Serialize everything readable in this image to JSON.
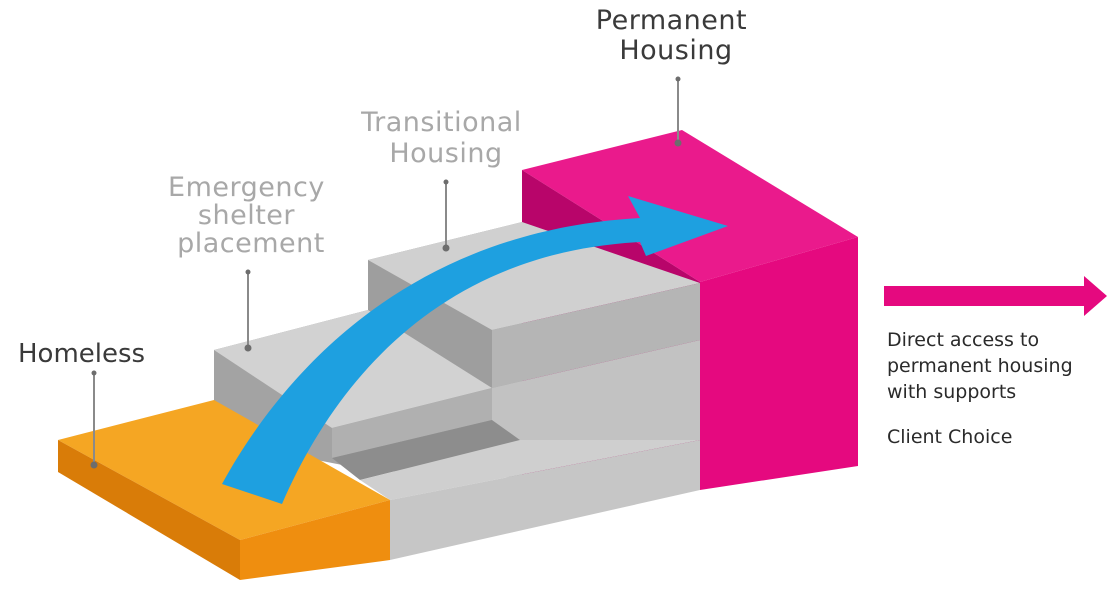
{
  "steps": [
    {
      "id": "homeless",
      "label_lines": [
        "Homeless"
      ],
      "color": "#f39a1c"
    },
    {
      "id": "emergency",
      "label_lines": [
        "Emergency",
        "shelter",
        "placement"
      ],
      "color": "#c8c8c8"
    },
    {
      "id": "transitional",
      "label_lines": [
        "Transitional",
        "Housing"
      ],
      "color": "#c8c8c8"
    },
    {
      "id": "permanent",
      "label_lines": [
        "Permanent",
        "Housing"
      ],
      "color": "#e5097f"
    }
  ],
  "arrow_color": "#1ea0e0",
  "side_panel": {
    "arrow_color": "#e5097f",
    "description_lines": [
      "Direct access to",
      "permanent housing",
      "with supports"
    ],
    "client_choice": "Client Choice"
  }
}
